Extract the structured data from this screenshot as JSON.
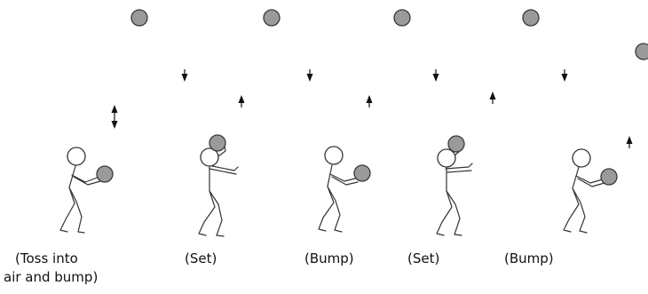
{
  "diagram": {
    "colors": {
      "ball_fill": "#9a9a9a",
      "ball_stroke": "#3a3a3a",
      "figure_stroke": "#333333",
      "head_fill": "#ffffff",
      "arrow": "#111111",
      "text": "#111111"
    },
    "captions": [
      {
        "line1": "(Toss into",
        "line2": "air and bump)"
      },
      {
        "line1": "(Set)"
      },
      {
        "line1": "(Bump)"
      },
      {
        "line1": "(Set)"
      },
      {
        "line1": "(Bump)"
      }
    ]
  }
}
